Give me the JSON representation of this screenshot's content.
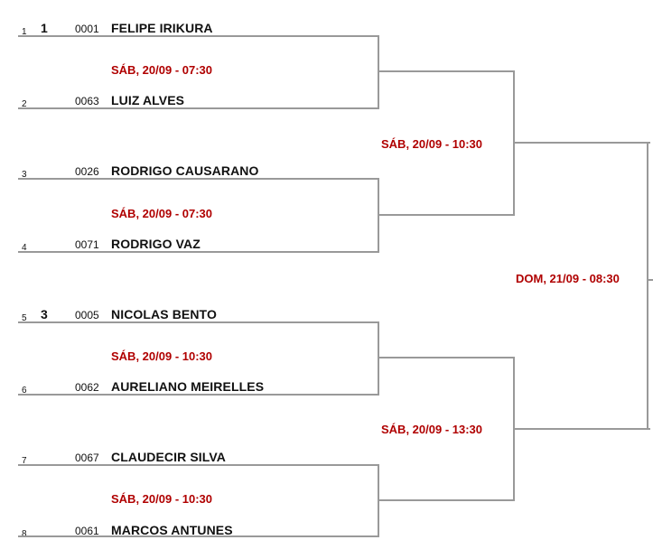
{
  "round1": [
    {
      "pos": "1",
      "seed": "1",
      "code": "0001",
      "name": "FELIPE IRIKURA"
    },
    {
      "pos": "2",
      "seed": "",
      "code": "0063",
      "name": "LUIZ ALVES"
    },
    {
      "pos": "3",
      "seed": "",
      "code": "0026",
      "name": "RODRIGO CAUSARANO"
    },
    {
      "pos": "4",
      "seed": "",
      "code": "0071",
      "name": "RODRIGO VAZ"
    },
    {
      "pos": "5",
      "seed": "3",
      "code": "0005",
      "name": "NICOLAS BENTO"
    },
    {
      "pos": "6",
      "seed": "",
      "code": "0062",
      "name": "AURELIANO MEIRELLES"
    },
    {
      "pos": "7",
      "seed": "",
      "code": "0067",
      "name": "CLAUDECIR SILVA"
    },
    {
      "pos": "8",
      "seed": "",
      "code": "0061",
      "name": "MARCOS ANTUNES"
    }
  ],
  "match_times": {
    "r1": [
      "SÁB, 20/09 - 07:30",
      "SÁB, 20/09 - 07:30",
      "SÁB, 20/09 - 10:30",
      "SÁB, 20/09 - 10:30"
    ],
    "r2": [
      "SÁB, 20/09 - 10:30",
      "SÁB, 20/09 - 13:30"
    ],
    "r3": [
      "DOM, 21/09 - 08:30"
    ]
  }
}
